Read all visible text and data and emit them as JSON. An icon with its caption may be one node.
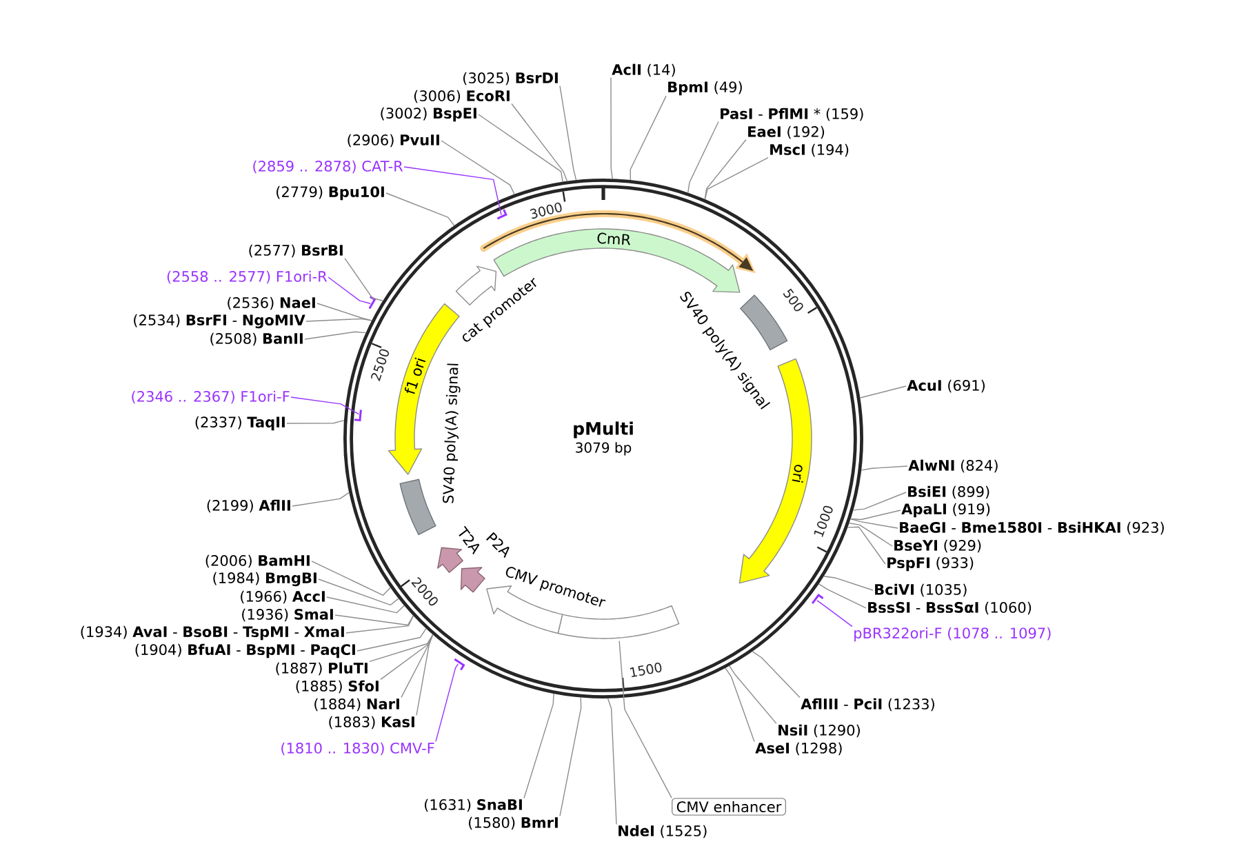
{
  "diagram": {
    "nodes": [
      {
        "text": [
          "pMulti",
          "3079 bp"
        ]
      },
      {
        "text": [
          "CmR"
        ],
        "in": 0
      },
      {
        "text": [
          "SV40 poly(A) signal"
        ],
        "in": 0
      },
      {
        "text": [
          "ori"
        ],
        "in": 0
      },
      {
        "text": [],
        "shape": "box",
        "in": 0
      },
      {
        "text": [
          "CMV promoter"
        ],
        "in": 0
      },
      {
        "text": [
          "P2A"
        ],
        "in": 0
      },
      {
        "text": [
          "T2A"
        ],
        "in": 0
      },
      {
        "text": [
          "SV40 poly(A) signal"
        ],
        "in": 0
      },
      {
        "text": [
          "f1 ori"
        ],
        "in": 0
      },
      {
        "text": [
          "cat promoter"
        ],
        "in": 0
      },
      {
        "text": [],
        "shape": "bar"
      },
      {
        "text": [],
        "shape": "bar"
      },
      {
        "text": [],
        "shape": "bar",
        "in": 0
      },
      {
        "text": [],
        "shape": "bar"
      },
      {
        "text": [],
        "shape": "bar",
        "in": 0
      },
      {
        "text": [
          "**AclI** (14)"
        ]
      },
      {
        "text": [
          "**BpmI** (49)"
        ]
      },
      {
        "text": [
          "**PasI** - **PflMI** * (159)"
        ]
      },
      {
        "text": [
          "**EaeI** (192)"
        ]
      },
      {
        "text": [
          "**MscI** (194)"
        ]
      },
      {
        "text": [
          "**AcuI** (691)"
        ]
      },
      {
        "text": [
          "**AlwNI** (824)"
        ]
      },
      {
        "text": [
          "**BsiEI** (899)"
        ]
      },
      {
        "text": [
          "**ApaLI** (919)"
        ]
      },
      {
        "text": [
          "**BaeGI** - **Bme1580I** - **BsiHKAI** (923)"
        ]
      },
      {
        "text": [
          "**BseYI** (929)"
        ]
      },
      {
        "text": [
          "**PspFI** (933)"
        ]
      },
      {
        "text": [
          "**BciVI** (1035)"
        ]
      },
      {
        "text": [
          "**BssSI** - **BssSαI** (1060)"
        ]
      },
      {
        "text": [
          "pBR322ori-F (1078 .. 1097)"
        ]
      },
      {
        "text": [
          "**AflIII** - **PciI** (1233)"
        ]
      },
      {
        "text": [
          "**NsiI** (1290)"
        ]
      },
      {
        "text": [
          "**AseI** (1298)"
        ]
      },
      {
        "text": [
          "CMV enhancer"
        ]
      },
      {
        "text": [
          "**NdeI** (1525)"
        ]
      },
      {
        "text": [
          "(1580) **BmrI**"
        ]
      },
      {
        "text": [
          "(1631) **SnaBI**"
        ]
      },
      {
        "text": [
          "(1810 .. 1830) CMV-F"
        ]
      },
      {
        "text": [
          "(1883) **KasI**"
        ]
      },
      {
        "text": [
          "(1884) **NarI**"
        ]
      },
      {
        "text": [
          "(1885) **SfoI**"
        ]
      },
      {
        "text": [
          "(1887) **PluTI**"
        ]
      },
      {
        "text": [
          "(1904) **BfuAI** - **BspMI** - **PaqCI**"
        ]
      },
      {
        "text": [
          "(1934) **AvaI** - **BsoBI** - **TspMI** - **XmaI**"
        ]
      },
      {
        "text": [
          "(1936) **SmaI**"
        ]
      },
      {
        "text": [
          "(1966) **AccI**"
        ]
      },
      {
        "text": [
          "(1984) **BmgBI**"
        ]
      },
      {
        "text": [
          "(2006) **BamHI**"
        ]
      },
      {
        "text": [
          "(2199) **AflII**"
        ]
      },
      {
        "text": [
          "(2337) **TaqII**"
        ]
      },
      {
        "text": [
          "(2346 .. 2367) F1ori-F"
        ]
      },
      {
        "text": [
          "(2508) **BanII**"
        ]
      },
      {
        "text": [
          "(2534) **BsrFI** - **NgoMIV**"
        ]
      },
      {
        "text": [
          "(2536) **NaeI**"
        ]
      },
      {
        "text": [
          "(2558 .. 2577) F1ori-R"
        ]
      },
      {
        "text": [
          "(2577) **BsrBI**"
        ]
      },
      {
        "text": [
          "(2779) **Bpu10I**"
        ]
      },
      {
        "text": [
          "(2859 .. 2878) CAT-R"
        ]
      },
      {
        "text": [
          "(2906) **PvuII**"
        ]
      },
      {
        "text": [
          "(3002) **BspEI**"
        ]
      },
      {
        "text": [
          "(3006) **EcoRI**"
        ]
      },
      {
        "text": [
          "(3025) **BsrDI**"
        ]
      }
    ],
    "edges": [
      {
        "from": 16,
        "to": 0,
        "arrow": "none"
      },
      {
        "from": 17,
        "to": 0,
        "arrow": "none"
      },
      {
        "from": 18,
        "to": 0,
        "arrow": "none"
      },
      {
        "from": 19,
        "to": 0,
        "arrow": "none"
      },
      {
        "from": 20,
        "to": 0,
        "arrow": "none"
      },
      {
        "from": 21,
        "to": 0,
        "arrow": "none"
      },
      {
        "from": 22,
        "to": 0,
        "arrow": "none"
      },
      {
        "from": 23,
        "to": 0,
        "arrow": "none"
      },
      {
        "from": 24,
        "to": 0,
        "arrow": "none"
      },
      {
        "from": 25,
        "to": 0,
        "arrow": "none"
      },
      {
        "from": 26,
        "to": 0,
        "arrow": "none"
      },
      {
        "from": 27,
        "to": 0,
        "arrow": "none"
      },
      {
        "from": 28,
        "to": 0,
        "arrow": "none"
      },
      {
        "from": 29,
        "to": 0,
        "arrow": "none"
      },
      {
        "from": 30,
        "to": 11,
        "arrow": "none",
        "color": "#9933ff"
      },
      {
        "from": 31,
        "to": 0,
        "arrow": "none"
      },
      {
        "from": 32,
        "to": 0,
        "arrow": "none"
      },
      {
        "from": 33,
        "to": 0,
        "arrow": "none"
      },
      {
        "from": 34,
        "to": 4,
        "arrow": "none"
      },
      {
        "from": 35,
        "to": 0,
        "arrow": "none"
      },
      {
        "from": 36,
        "to": 0,
        "arrow": "none"
      },
      {
        "from": 37,
        "to": 0,
        "arrow": "none"
      },
      {
        "from": 38,
        "to": 12,
        "arrow": "none",
        "color": "#9933ff"
      },
      {
        "from": 39,
        "to": 0,
        "arrow": "none"
      },
      {
        "from": 40,
        "to": 0,
        "arrow": "none"
      },
      {
        "from": 41,
        "to": 0,
        "arrow": "none"
      },
      {
        "from": 42,
        "to": 0,
        "arrow": "none"
      },
      {
        "from": 43,
        "to": 0,
        "arrow": "none"
      },
      {
        "from": 44,
        "to": 0,
        "arrow": "none"
      },
      {
        "from": 45,
        "to": 0,
        "arrow": "none"
      },
      {
        "from": 46,
        "to": 0,
        "arrow": "none"
      },
      {
        "from": 47,
        "to": 0,
        "arrow": "none"
      },
      {
        "from": 48,
        "to": 0,
        "arrow": "none"
      },
      {
        "from": 49,
        "to": 0,
        "arrow": "none"
      },
      {
        "from": 50,
        "to": 0,
        "arrow": "none"
      },
      {
        "from": 51,
        "to": 13,
        "arrow": "none",
        "color": "#9933ff"
      },
      {
        "from": 52,
        "to": 0,
        "arrow": "none"
      },
      {
        "from": 53,
        "to": 0,
        "arrow": "none"
      },
      {
        "from": 54,
        "to": 0,
        "arrow": "none"
      },
      {
        "from": 55,
        "to": 14,
        "arrow": "none",
        "color": "#9933ff"
      },
      {
        "from": 56,
        "to": 0,
        "arrow": "none"
      },
      {
        "from": 57,
        "to": 0,
        "arrow": "none"
      },
      {
        "from": 58,
        "to": 15,
        "arrow": "none",
        "color": "#9933ff"
      },
      {
        "from": 59,
        "to": 0,
        "arrow": "none"
      },
      {
        "from": 60,
        "to": 0,
        "arrow": "none"
      },
      {
        "from": 61,
        "to": 0,
        "arrow": "none"
      },
      {
        "from": 62,
        "to": 0,
        "arrow": "none"
      }
    ],
    "labels": [
      "500",
      "1000",
      "1500",
      "2000",
      "2500",
      "3000"
    ]
  }
}
